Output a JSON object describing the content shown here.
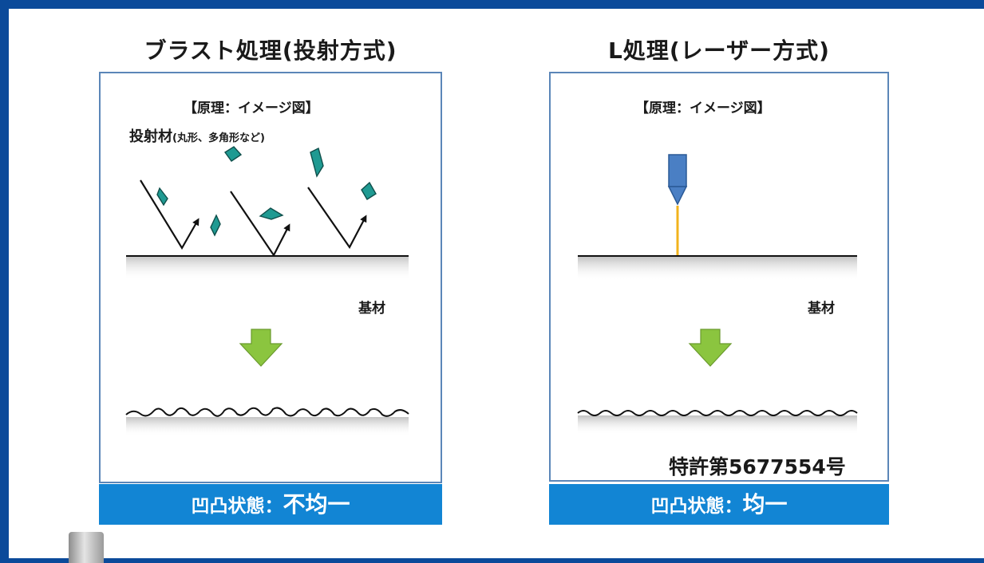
{
  "left_panel": {
    "title": "ブラスト処理(投射方式)",
    "principle": "【原理：イメージ図】",
    "media_label": "投射材",
    "media_note": "(丸形、多角形など)",
    "base_label": "基材",
    "result_prefix": "凹凸状態：",
    "result_value": "不均一"
  },
  "right_panel": {
    "title": "L処理(レーザー方式)",
    "principle": "【原理：イメージ図】",
    "base_label": "基材",
    "patent": "特許第5677554号",
    "result_prefix": "凹凸状態：",
    "result_value": "均一"
  },
  "colors": {
    "frame": "#0b4a9a",
    "panel_border": "#5b86b8",
    "result_bar": "#1285d4",
    "particle": "#1f9a92",
    "down_arrow": "#8bc53f",
    "laser_head": "#4a7fc4",
    "laser_beam": "#f2b31c"
  }
}
